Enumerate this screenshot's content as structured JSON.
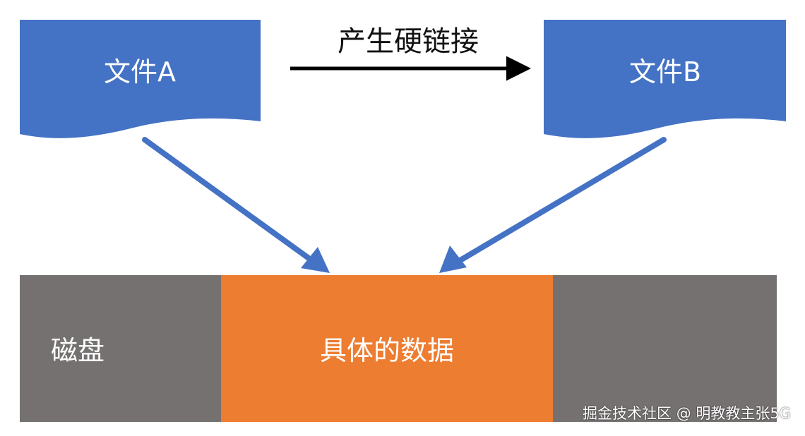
{
  "diagram": {
    "file_a": {
      "label": "文件A"
    },
    "file_b": {
      "label": "文件B"
    },
    "link_arrow": {
      "label": "产生硬链接"
    },
    "disk": {
      "label": "磁盘",
      "data_block_label": "具体的数据"
    }
  },
  "watermark": {
    "text": "掘金技术社区 @ 明教教主张5G"
  },
  "colors": {
    "document_fill": "#4472c4",
    "pointer_arrow": "#4472c4",
    "disk_fill": "#767171",
    "data_block_fill": "#ed7d31",
    "link_arrow": "#000000"
  }
}
